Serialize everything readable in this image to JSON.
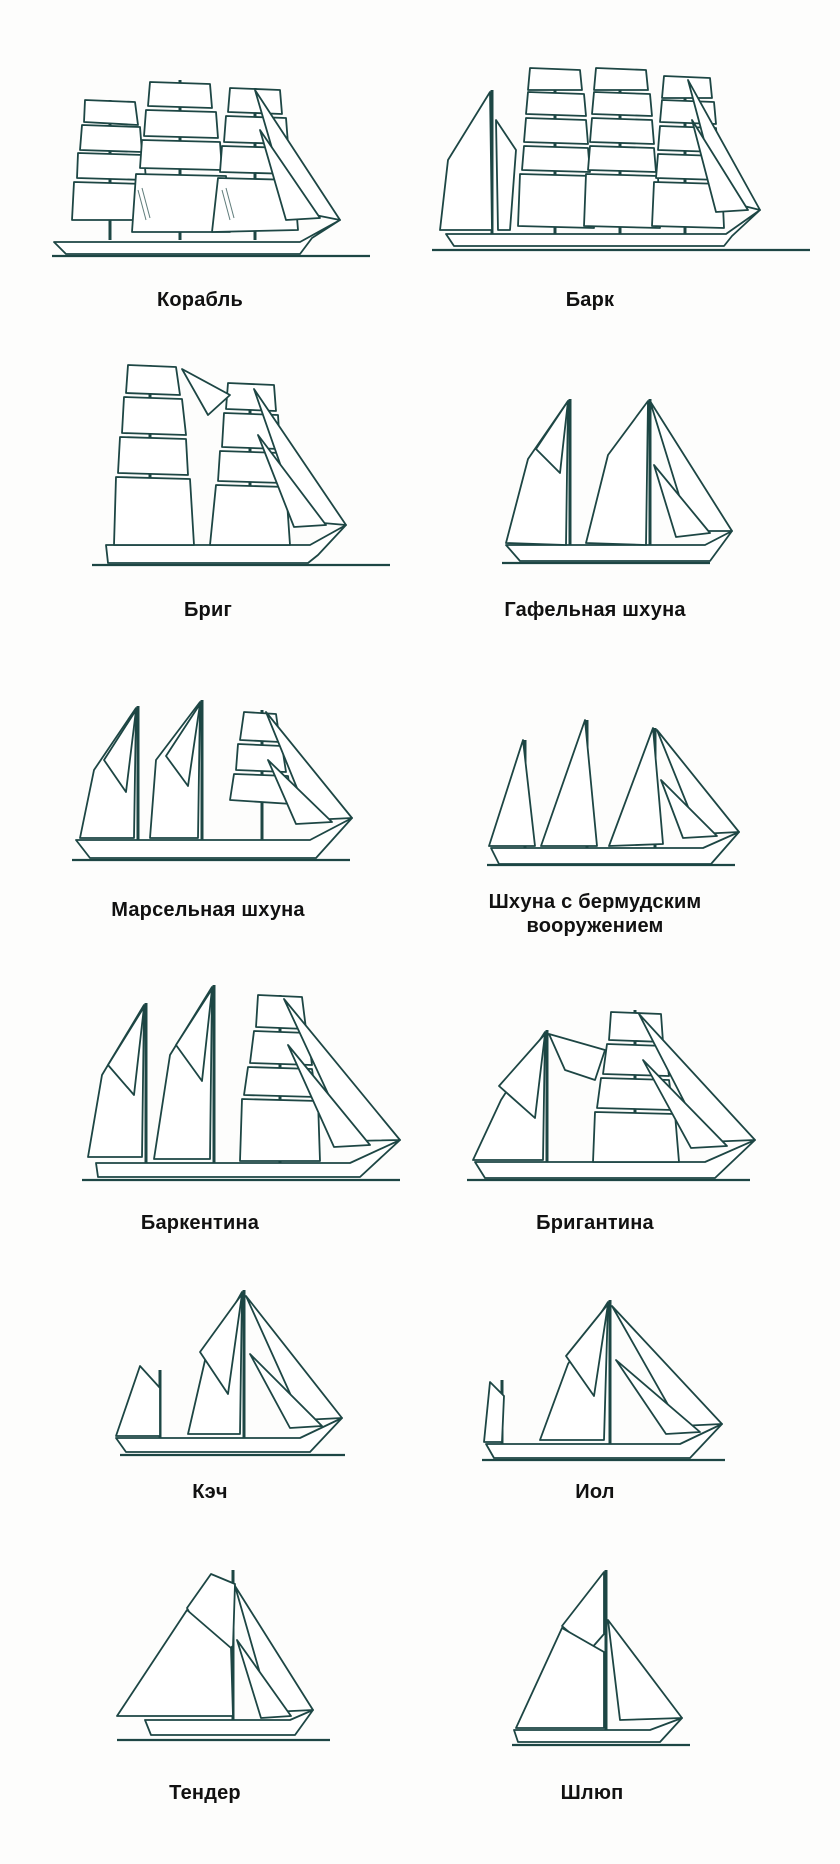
{
  "page": {
    "ink_color": "#1d4644",
    "background": "#fdfdfc"
  },
  "ships": [
    {
      "id": "korabl",
      "label": "Корабль",
      "masts": 3,
      "rig": "full-rigged",
      "column": "left",
      "row": 1
    },
    {
      "id": "bark",
      "label": "Барк",
      "masts": 4,
      "rig": "bark",
      "column": "right",
      "row": 1
    },
    {
      "id": "brig",
      "label": "Бриг",
      "masts": 2,
      "rig": "square",
      "column": "left",
      "row": 2
    },
    {
      "id": "gafelnaya-shkhuna",
      "label": "Гафельная шхуна",
      "masts": 2,
      "rig": "gaff",
      "column": "right",
      "row": 2
    },
    {
      "id": "marselnaya-shkhuna",
      "label": "Марсельная шхуна",
      "masts": 3,
      "rig": "topsail-schooner",
      "column": "left",
      "row": 3
    },
    {
      "id": "bermuda-shkhuna",
      "label_line1": "Шхуна с бермудским",
      "label_line2": "вооружением",
      "masts": 3,
      "rig": "bermuda",
      "column": "right",
      "row": 3
    },
    {
      "id": "barkentina",
      "label": "Баркентина",
      "masts": 3,
      "rig": "barquentine",
      "column": "left",
      "row": 4
    },
    {
      "id": "brigantina",
      "label": "Бригантина",
      "masts": 2,
      "rig": "brigantine",
      "column": "right",
      "row": 4
    },
    {
      "id": "kech",
      "label": "Кэч",
      "masts": 2,
      "rig": "ketch",
      "column": "left",
      "row": 5
    },
    {
      "id": "iol",
      "label": "Иол",
      "masts": 2,
      "rig": "yawl",
      "column": "right",
      "row": 5
    },
    {
      "id": "tender",
      "label": "Тендер",
      "masts": 1,
      "rig": "cutter",
      "column": "left",
      "row": 6
    },
    {
      "id": "shlyup",
      "label": "Шлюп",
      "masts": 1,
      "rig": "sloop",
      "column": "right",
      "row": 6
    }
  ]
}
